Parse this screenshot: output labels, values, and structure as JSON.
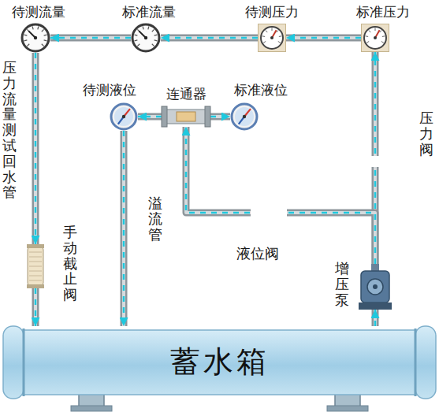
{
  "diagram": {
    "nodes": [
      {
        "text": [
          "待测流量"
        ]
      },
      {
        "text": [
          "标准流量"
        ]
      },
      {
        "text": [
          "待测压力"
        ]
      },
      {
        "text": [
          "标准压力"
        ]
      },
      {
        "text": [
          "待测液位"
        ]
      },
      {
        "text": [
          "连通器"
        ]
      },
      {
        "text": [
          "标准液位"
        ]
      },
      {
        "text": [
          "手动截止阀"
        ]
      },
      {
        "text": [
          "增压泵"
        ]
      },
      {
        "text": [
          "蓄水箱"
        ]
      }
    ],
    "edges": [
      {
        "from": 9,
        "to": 8,
        "arrow": "to"
      },
      {
        "from": 8,
        "to": 3,
        "arrow": "to"
      },
      {
        "from": 8,
        "to": 5,
        "arrow": "to"
      },
      {
        "from": 3,
        "to": 2,
        "arrow": "to"
      },
      {
        "from": 2,
        "to": 1,
        "arrow": "to"
      },
      {
        "from": 1,
        "to": 0,
        "arrow": "to"
      },
      {
        "from": 0,
        "to": 7,
        "arrow": "to"
      },
      {
        "from": 7,
        "to": 9,
        "arrow": "to"
      },
      {
        "from": 5,
        "to": 4,
        "arrow": "to"
      },
      {
        "from": 5,
        "to": 6,
        "arrow": "to"
      },
      {
        "from": 4,
        "to": 9,
        "arrow": "to"
      }
    ],
    "labels": [
      "压力流量测试回水管",
      "压力阀",
      "溢流管",
      "液位阀"
    ]
  }
}
